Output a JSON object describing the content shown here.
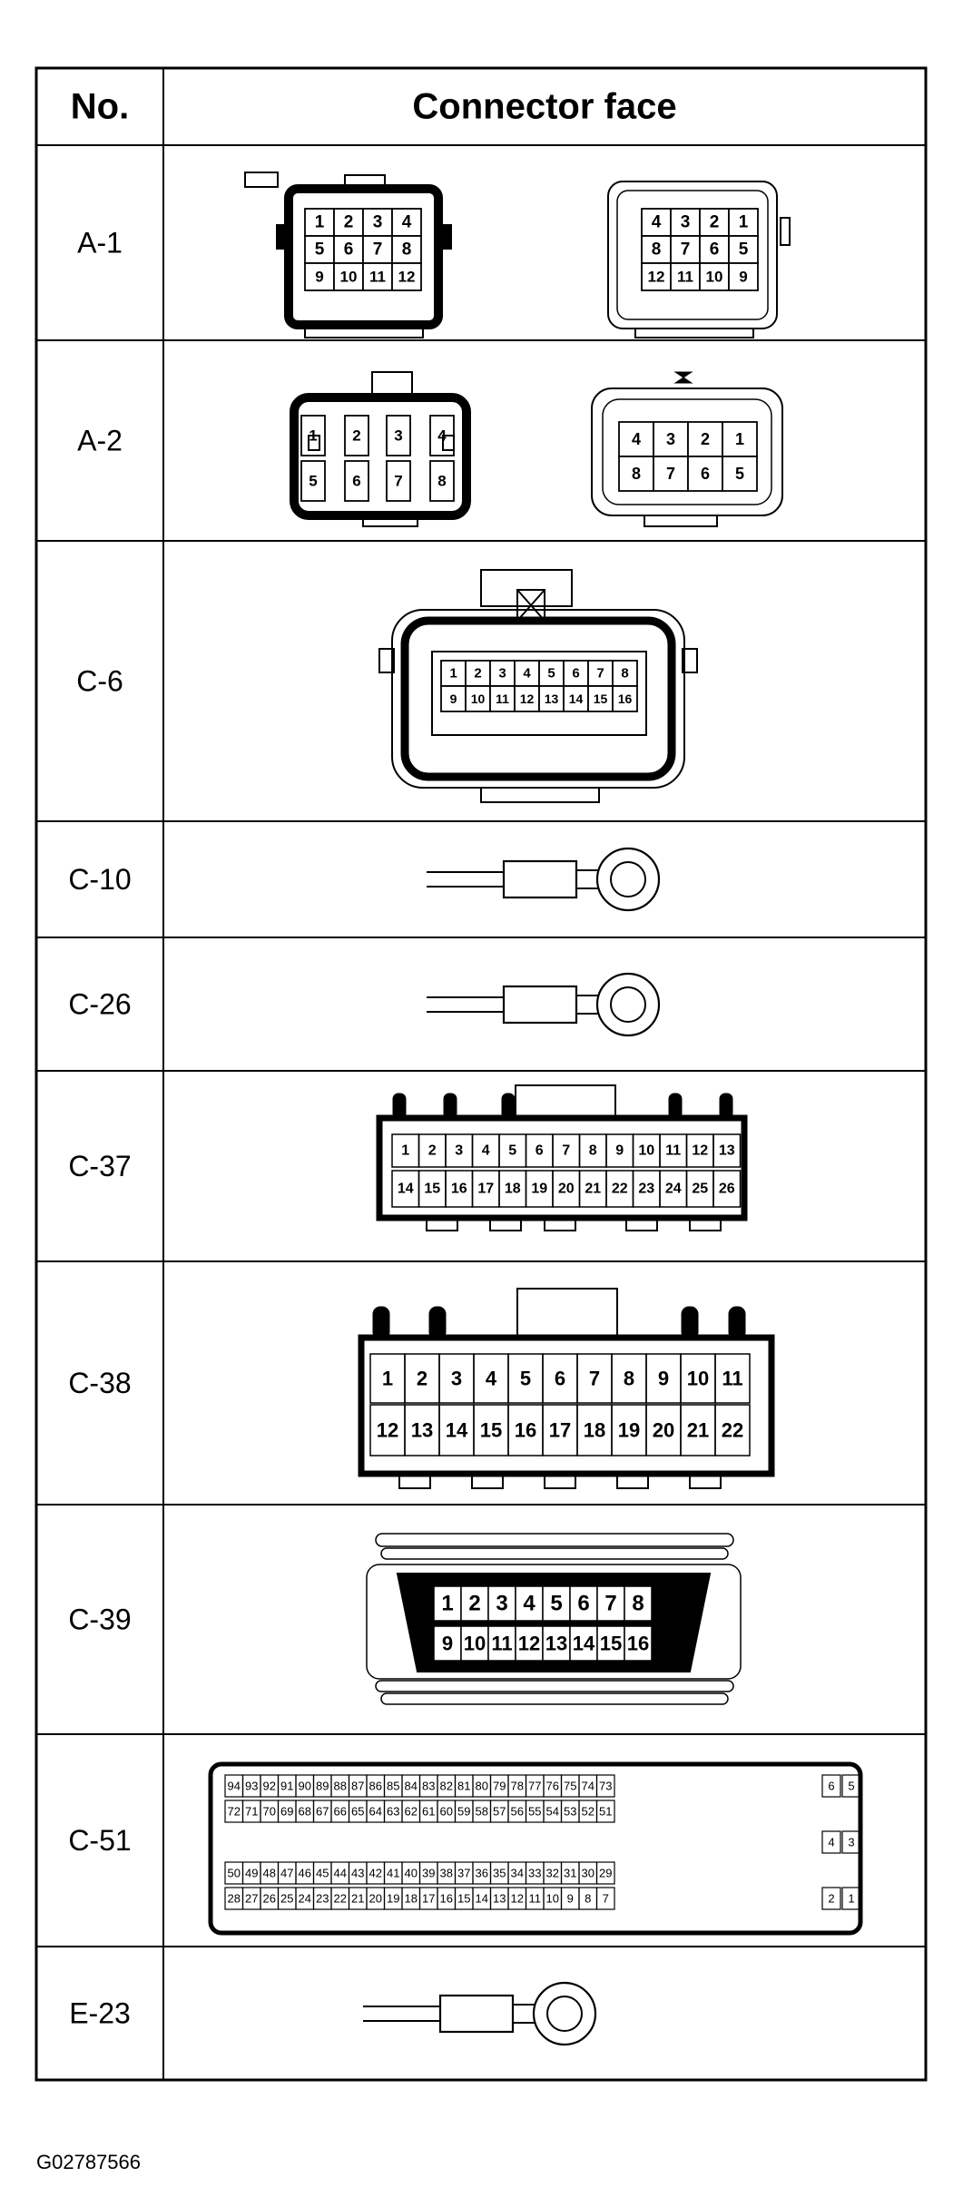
{
  "header": {
    "no": "No.",
    "face": "Connector face"
  },
  "rows": [
    {
      "id": "A-1",
      "pins_a": [
        "1",
        "2",
        "3",
        "4",
        "5",
        "6",
        "7",
        "8",
        "9",
        "10",
        "11",
        "12"
      ],
      "pins_b": [
        "4",
        "3",
        "2",
        "1",
        "8",
        "7",
        "6",
        "5",
        "12",
        "11",
        "10",
        "9"
      ]
    },
    {
      "id": "A-2",
      "pins_a": [
        "1",
        "2",
        "3",
        "4",
        "5",
        "6",
        "7",
        "8"
      ],
      "pins_b": [
        "4",
        "3",
        "2",
        "1",
        "8",
        "7",
        "6",
        "5"
      ]
    },
    {
      "id": "C-6",
      "pins_a": [
        "1",
        "2",
        "3",
        "4",
        "5",
        "6",
        "7",
        "8",
        "9",
        "10",
        "11",
        "12",
        "13",
        "14",
        "15",
        "16"
      ]
    },
    {
      "id": "C-10",
      "pins_a": []
    },
    {
      "id": "C-26",
      "pins_a": []
    },
    {
      "id": "C-37",
      "pins_a": [
        "1",
        "2",
        "3",
        "4",
        "5",
        "6",
        "7",
        "8",
        "9",
        "10",
        "11",
        "12",
        "13",
        "14",
        "15",
        "16",
        "17",
        "18",
        "19",
        "20",
        "21",
        "22",
        "23",
        "24",
        "25",
        "26"
      ]
    },
    {
      "id": "C-38",
      "pins_a": [
        "1",
        "2",
        "3",
        "4",
        "5",
        "6",
        "7",
        "8",
        "9",
        "10",
        "11",
        "12",
        "13",
        "14",
        "15",
        "16",
        "17",
        "18",
        "19",
        "20",
        "21",
        "22"
      ]
    },
    {
      "id": "C-39",
      "pins_a": [
        "1",
        "2",
        "3",
        "4",
        "5",
        "6",
        "7",
        "8",
        "9",
        "10",
        "11",
        "12",
        "13",
        "14",
        "15",
        "16"
      ]
    },
    {
      "id": "C-51",
      "pins_a": [
        "94",
        "93",
        "92",
        "91",
        "90",
        "89",
        "88",
        "87",
        "86",
        "85",
        "84",
        "83",
        "82",
        "81",
        "80",
        "79",
        "78",
        "77",
        "76",
        "75",
        "74",
        "73",
        "6",
        "5",
        "72",
        "71",
        "70",
        "69",
        "68",
        "67",
        "66",
        "65",
        "64",
        "63",
        "62",
        "61",
        "60",
        "59",
        "58",
        "57",
        "56",
        "55",
        "54",
        "53",
        "52",
        "51",
        "4",
        "3",
        "50",
        "49",
        "48",
        "47",
        "46",
        "45",
        "44",
        "43",
        "42",
        "41",
        "40",
        "39",
        "38",
        "37",
        "36",
        "35",
        "34",
        "33",
        "32",
        "31",
        "30",
        "29",
        "28",
        "27",
        "26",
        "25",
        "24",
        "23",
        "22",
        "21",
        "20",
        "19",
        "18",
        "17",
        "16",
        "15",
        "14",
        "13",
        "12",
        "11",
        "10",
        "9",
        "8",
        "7",
        "2",
        "1"
      ]
    },
    {
      "id": "E-23",
      "pins_a": []
    }
  ],
  "footer": {
    "code": "G02787566"
  }
}
